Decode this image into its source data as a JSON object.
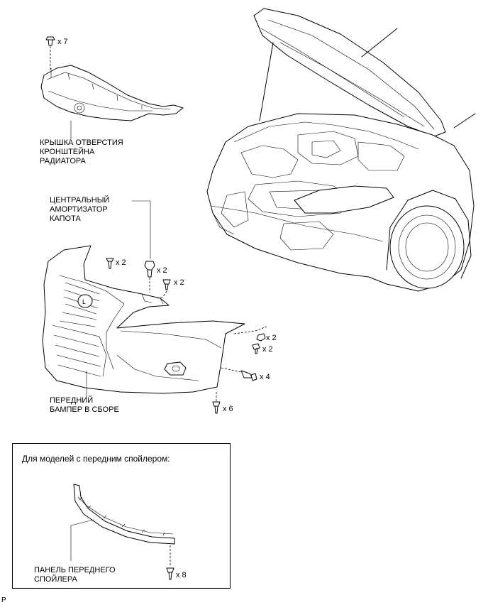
{
  "parts": {
    "radiator_cover": {
      "line1": "КРЫШКА ОТВЕРСТИЯ",
      "line2": "КРОНШТЕЙНА",
      "line3": "РАДИАТОРА"
    },
    "hood_stopper": {
      "line1": "ЦЕНТРАЛЬНЫЙ",
      "line2": "АМОРТИЗАТОР",
      "line3": "КАПОТА"
    },
    "front_bumper": {
      "line1": "ПЕРЕДНИЙ",
      "line2": "БАМПЕР В СБОРЕ"
    },
    "spoiler_panel": {
      "line1": "ПАНЕЛЬ ПЕРЕДНЕГО",
      "line2": "СПОЙЛЕРА"
    }
  },
  "fasteners": {
    "cover_clips": "x 7",
    "bumper_top_screws": "x 2",
    "stopper_qty": "x 2",
    "top_clips": "x 2",
    "side_clips": "x 2",
    "side_screws": "x 2",
    "fender_screws": "x 4",
    "bottom_screws": "x 6",
    "spoiler_screws": "x 8"
  },
  "inset": {
    "title": "Для моделей с передним спойлером:"
  },
  "corner_mark": "P"
}
